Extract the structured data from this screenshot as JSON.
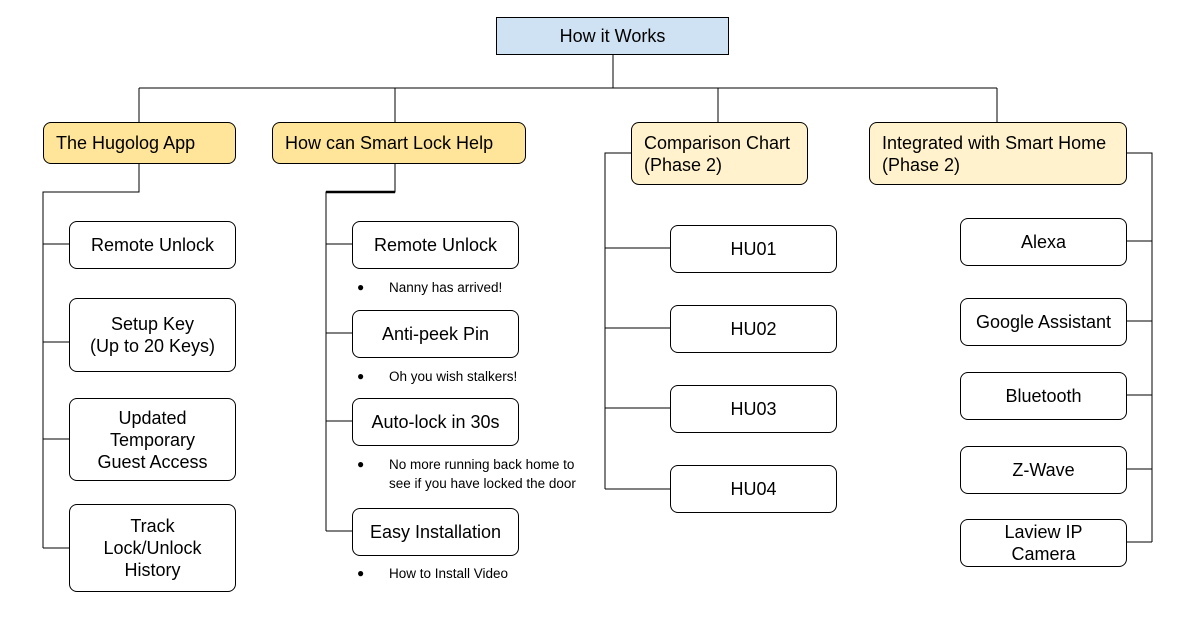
{
  "root": {
    "label": "How it Works"
  },
  "categories": {
    "app": {
      "label": "The Hugolog App",
      "items": [
        "Remote Unlock",
        "Setup Key\n(Up to 20 Keys)",
        "Updated\nTemporary\nGuest Access",
        "Track\nLock/Unlock\nHistory"
      ]
    },
    "help": {
      "label": "How can Smart Lock Help",
      "items": [
        {
          "label": "Remote Unlock",
          "note": [
            "Nanny has arrived!"
          ]
        },
        {
          "label": "Anti-peek Pin",
          "note": [
            "Oh you wish stalkers!"
          ]
        },
        {
          "label": "Auto-lock in 30s",
          "note": [
            "No more running back home to",
            "see if you have locked the door"
          ]
        },
        {
          "label": "Easy Installation",
          "note": [
            "How to Install Video"
          ]
        }
      ]
    },
    "comparison": {
      "label": "Comparison Chart\n(Phase 2)",
      "items": [
        "HU01",
        "HU02",
        "HU03",
        "HU04"
      ]
    },
    "smarthome": {
      "label": "Integrated with Smart Home\n(Phase 2)",
      "items": [
        "Alexa",
        "Google Assistant",
        "Bluetooth",
        "Z-Wave",
        "Laview IP\nCamera"
      ]
    }
  },
  "bullet_glyph": "●",
  "colors": {
    "root": "#cfe2f3",
    "category": "#ffe599",
    "category_light": "#fff2cc",
    "line": "#000000"
  }
}
